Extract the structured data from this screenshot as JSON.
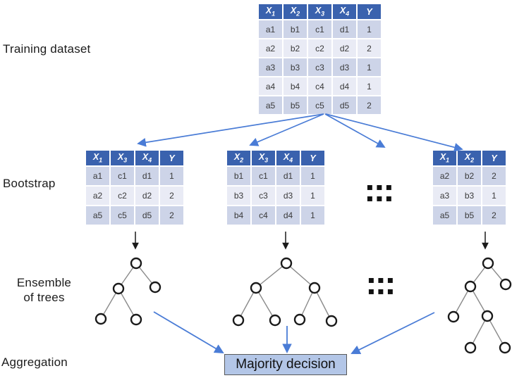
{
  "labels": {
    "training": "Training dataset",
    "bootstrap": "Bootstrap",
    "ensemble_line1": "Ensemble",
    "ensemble_line2": "of trees",
    "aggregation": "Aggregation"
  },
  "training_table": {
    "headers": [
      "X1",
      "X2",
      "X3",
      "X4",
      "Y"
    ],
    "rows": [
      [
        "a1",
        "b1",
        "c1",
        "d1",
        "1"
      ],
      [
        "a2",
        "b2",
        "c2",
        "d2",
        "2"
      ],
      [
        "a3",
        "b3",
        "c3",
        "d3",
        "1"
      ],
      [
        "a4",
        "b4",
        "c4",
        "d4",
        "1"
      ],
      [
        "a5",
        "b5",
        "c5",
        "d5",
        "2"
      ]
    ]
  },
  "bootstrap_tables": [
    {
      "headers": [
        "X1",
        "X3",
        "X4",
        "Y"
      ],
      "rows": [
        [
          "a1",
          "c1",
          "d1",
          "1"
        ],
        [
          "a2",
          "c2",
          "d2",
          "2"
        ],
        [
          "a5",
          "c5",
          "d5",
          "2"
        ]
      ]
    },
    {
      "headers": [
        "X2",
        "X3",
        "X4",
        "Y"
      ],
      "rows": [
        [
          "b1",
          "c1",
          "d1",
          "1"
        ],
        [
          "b3",
          "c3",
          "d3",
          "1"
        ],
        [
          "b4",
          "c4",
          "d4",
          "1"
        ]
      ]
    },
    {
      "headers": [
        "X1",
        "X2",
        "Y"
      ],
      "rows": [
        [
          "a2",
          "b2",
          "2"
        ],
        [
          "a3",
          "b3",
          "1"
        ],
        [
          "a5",
          "b5",
          "2"
        ]
      ]
    }
  ],
  "ellipsis_tables": "▪▪▪ ▪▪▪",
  "ellipsis_trees": "▪▪▪ ▪▪▪",
  "aggregation_box_label": "Majority decision",
  "colors": {
    "table_header_blue": "#3a62ae",
    "row_dark": "#cdd4e8",
    "row_light": "#e9ebf5",
    "arrow_blue": "#4a7cd6",
    "arrow_black": "#1a1a1a",
    "tree_edge_gray": "#8a8a8a",
    "box_fill": "#b3c6e7",
    "box_border": "#595959"
  }
}
